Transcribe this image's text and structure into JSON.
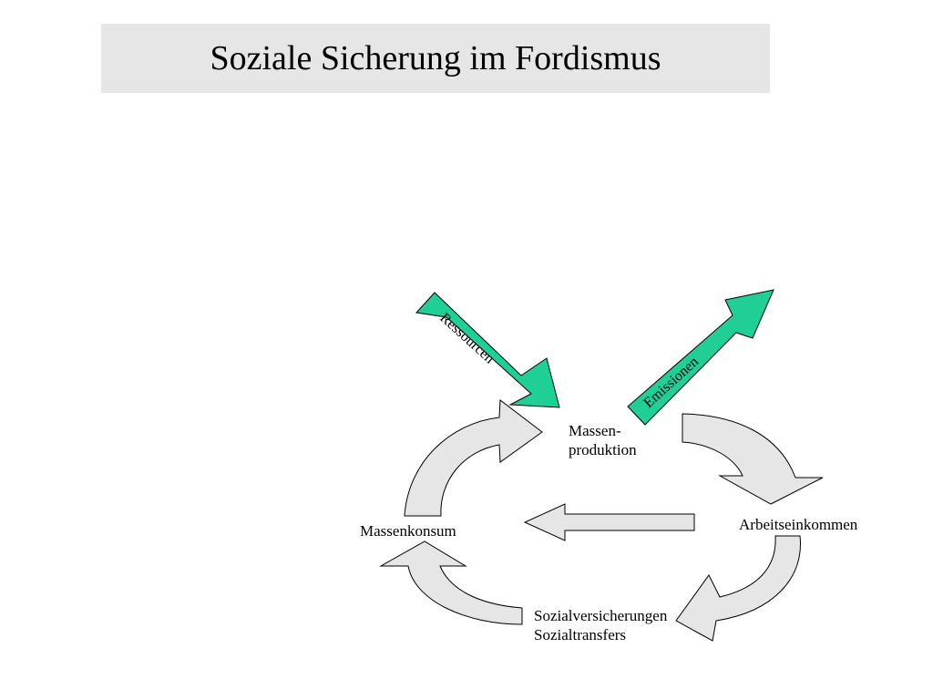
{
  "title": "Soziale Sicherung im Fordismus",
  "nodes": {
    "massenproduktion": [
      "Massen-",
      "produktion"
    ],
    "arbeitseinkommen": "Arbeitseinkommen",
    "massenkonsum": "Massenkonsum",
    "sozial": [
      "Sozialversicherungen",
      "Sozialtransfers"
    ]
  },
  "inputs": {
    "ressourcen": "Ressourcen",
    "emissionen": "Emissionen"
  },
  "colors": {
    "title_bg": "#e6e6e6",
    "cycle_arrow": "#e6e6e6",
    "flow_arrow": "#1fcf96"
  }
}
